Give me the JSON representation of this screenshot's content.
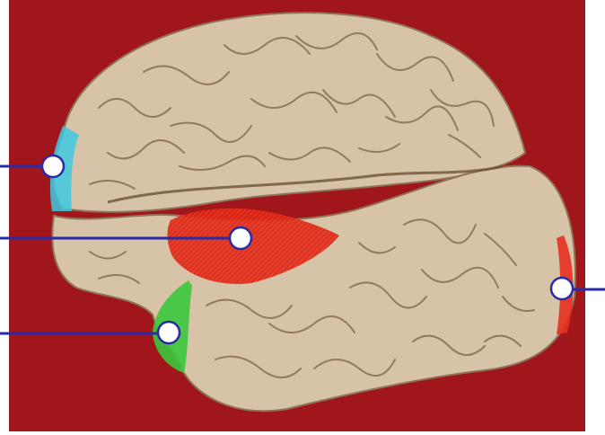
{
  "image": {
    "subject": "brain-specimen-lateral-view",
    "background_color": "#a8191c",
    "tissue_color": "#d6c3a8"
  },
  "regions": [
    {
      "name": "region-cyan",
      "color": "#3fc9e0"
    },
    {
      "name": "region-red-center",
      "color": "#e8301c"
    },
    {
      "name": "region-green",
      "color": "#3cc83c"
    },
    {
      "name": "region-red-right",
      "color": "#e83020"
    }
  ],
  "pointer": {
    "line_color": "#2a2aa8",
    "marker_fill": "#ffffff",
    "marker_stroke": "#2a2aa8"
  }
}
